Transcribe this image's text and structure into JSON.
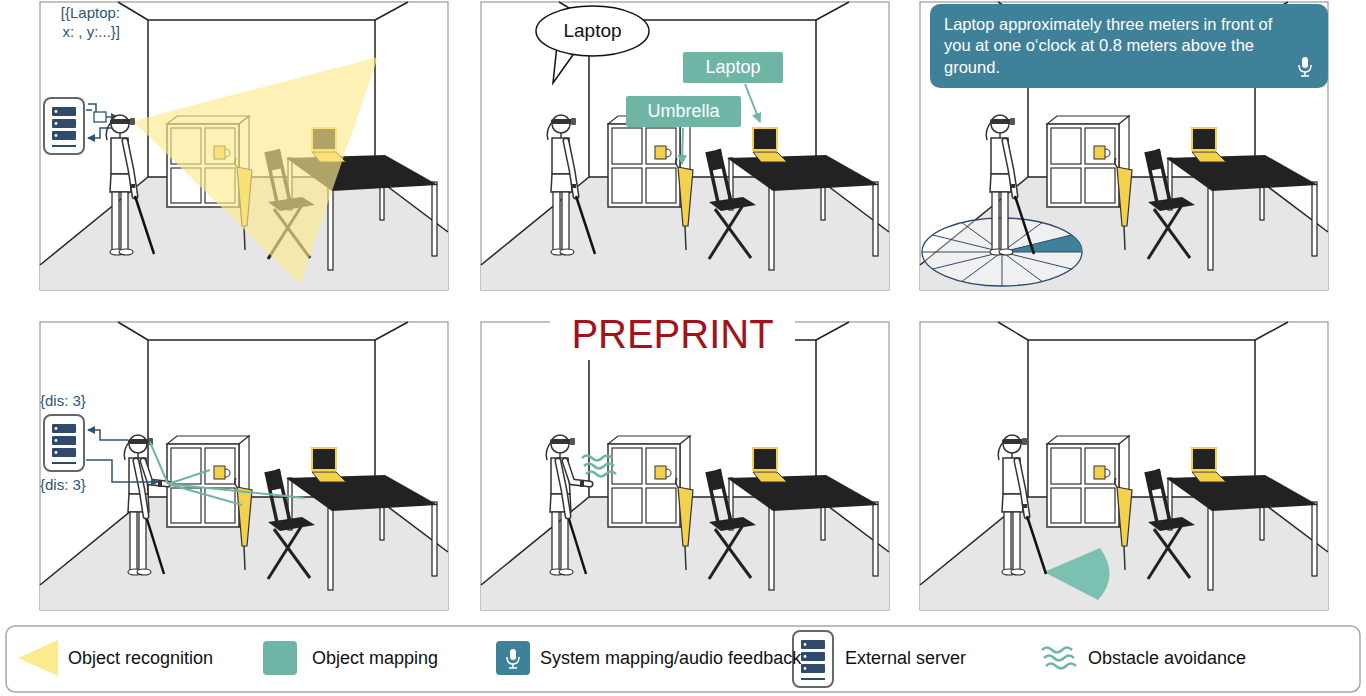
{
  "diagram": {
    "nodes": [
      {
        "text": [
          "Laptop"
        ]
      },
      {
        "text": [
          "Laptop"
        ]
      },
      {
        "text": [
          "Umbrella"
        ]
      },
      {
        "text": [
          "Laptop approximately three meters in front of you at one o‘clock at 0.8 meters above the ground."
        ]
      }
    ],
    "labels": [
      "[{Laptop: x: , y:...}]",
      "PREPRINT",
      "{dis: 3}",
      "{dis: 3}"
    ],
    "legend": [
      {
        "text": "Object recognition",
        "color": "#fcea8e"
      },
      {
        "text": "Object mapping",
        "color": "#6fb5a6"
      },
      {
        "text": "System mapping/audio feedback",
        "color": "#3f8199"
      },
      {
        "text": "External server"
      },
      {
        "text": "Obstacle avoidance"
      }
    ]
  }
}
